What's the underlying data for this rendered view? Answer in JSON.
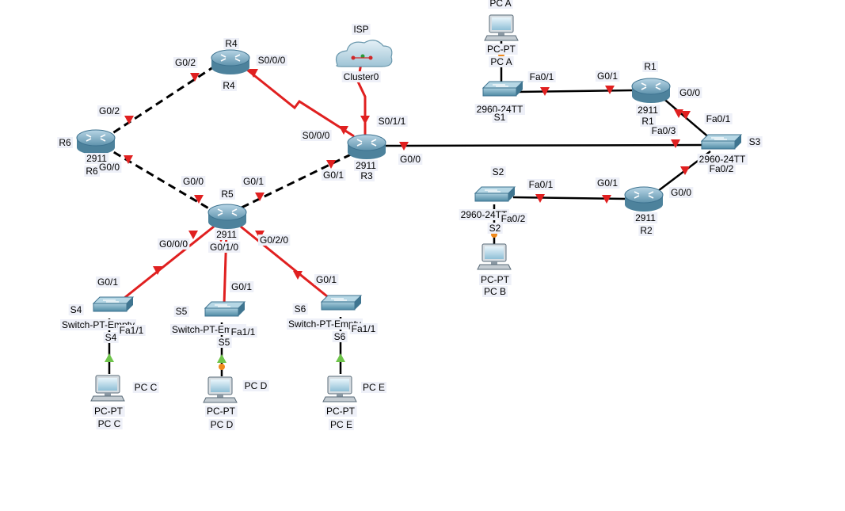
{
  "colors": {
    "link_copper": "#000000",
    "link_serial": "#e02020",
    "marker_down": "#e02020",
    "marker_up": "#6ec44a",
    "marker_amber": "#f08a1c"
  },
  "routers": [
    {
      "id": "r4",
      "top": "R4",
      "bottom": "R4"
    },
    {
      "id": "r6",
      "left": "R6",
      "model": "2911",
      "below": "R6"
    },
    {
      "id": "r5",
      "top": "R5",
      "model": "2911"
    },
    {
      "id": "r3",
      "model": "2911",
      "below": "R3"
    },
    {
      "id": "r1",
      "top": "R1",
      "model": "2911",
      "below": "R1"
    },
    {
      "id": "r2",
      "model": "2911",
      "below": "R2"
    }
  ],
  "cloud": {
    "name": "ISP",
    "label": "Cluster0"
  },
  "switches": [
    {
      "id": "s1",
      "model": "2960-24TT",
      "name": "S1"
    },
    {
      "id": "s2",
      "name": "S2",
      "model": "2960-24TT",
      "alt_name": "S2"
    },
    {
      "id": "s3",
      "name": "S3",
      "model": "2960-24TT"
    },
    {
      "id": "s4",
      "name": "S4",
      "model": "Switch-PT-Empty",
      "alt_name": "S4"
    },
    {
      "id": "s5",
      "name": "S5",
      "model": "Switch-PT-Empty",
      "alt_name": "S5"
    },
    {
      "id": "s6",
      "name": "S6",
      "model": "Switch-PT-Empty",
      "alt_name": "S6"
    }
  ],
  "pcs": [
    {
      "id": "pca",
      "top": "PC A",
      "model": "PC-PT",
      "name": "PC A"
    },
    {
      "id": "pcb",
      "model": "PC-PT",
      "name": "PC B"
    },
    {
      "id": "pcc",
      "side": "PC C",
      "model": "PC-PT",
      "name": "PC C"
    },
    {
      "id": "pcd",
      "side": "PC D",
      "model": "PC-PT",
      "name": "PC D"
    },
    {
      "id": "pce",
      "side": "PC E",
      "model": "PC-PT",
      "name": "PC E"
    }
  ],
  "interfaces": [
    "G0/2",
    "G0/2",
    "S0/0/0",
    "G0/0",
    "G0/0",
    "G0/1",
    "S0/0/0",
    "S0/1/1",
    "G0/1",
    "G0/0",
    "G0/0/0",
    "G0/1/0",
    "G0/2/0",
    "G0/1",
    "G0/1",
    "G0/1",
    "Fa1/1",
    "Fa1/1",
    "Fa1/1",
    "Fa0/1",
    "G0/1",
    "G0/0",
    "Fa0/1",
    "Fa0/3",
    "Fa0/1",
    "G0/1",
    "Fa0/2",
    "G0/0",
    "Fa0/2"
  ]
}
